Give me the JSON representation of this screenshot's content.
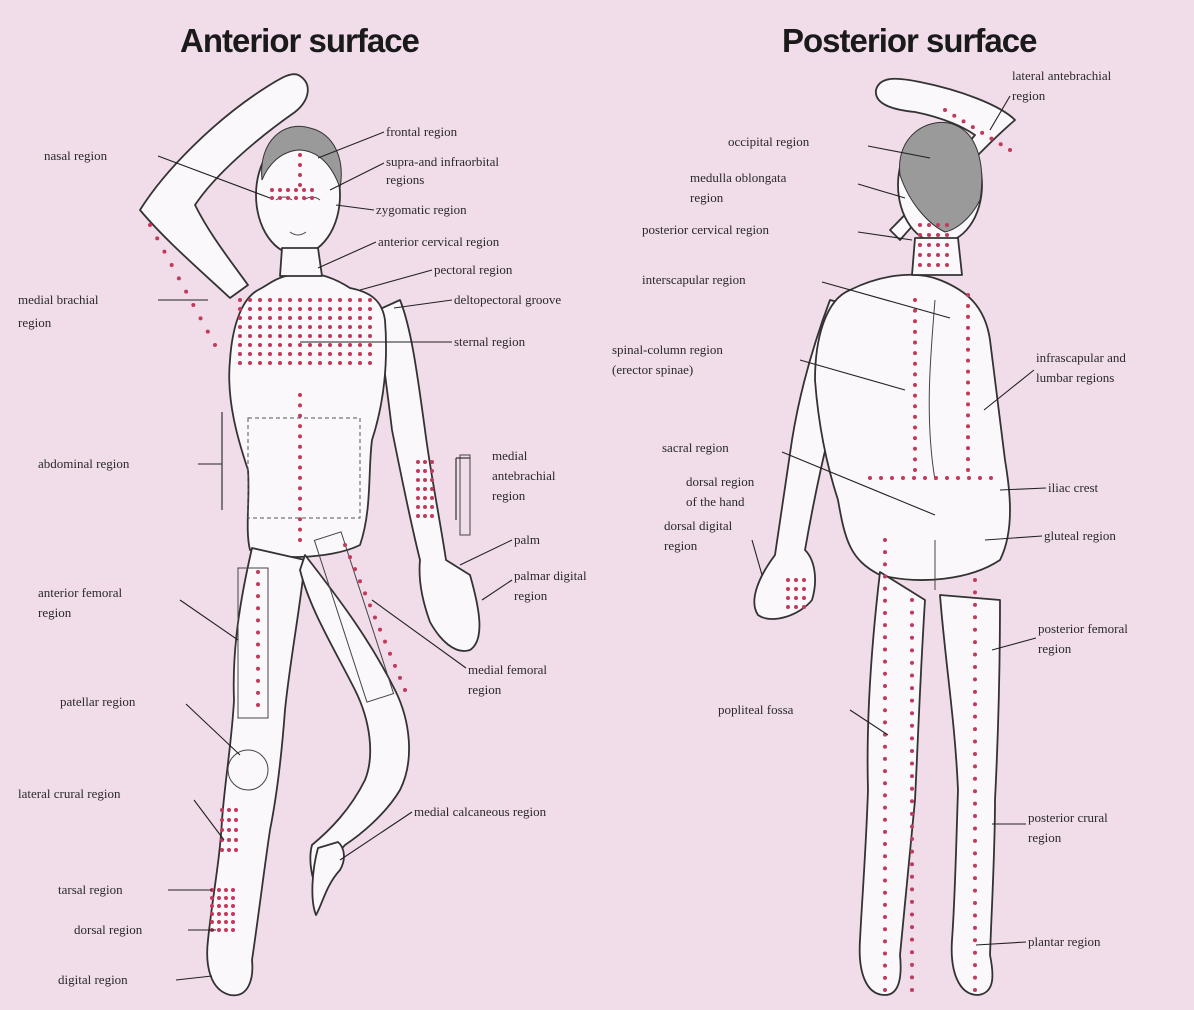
{
  "titles": {
    "anterior": "Anterior surface",
    "posterior": "Posterior surface"
  },
  "anterior_labels": {
    "nasal": "nasal region",
    "frontal": "frontal region",
    "orbital_1": "supra-and infraorbital",
    "orbital_2": "regions",
    "zygomatic": "zygomatic region",
    "anterior_cervical": "anterior cervical region",
    "pectoral": "pectoral region",
    "medial_brachial_1": "medial brachial",
    "medial_brachial_2": "region",
    "deltopectoral": "deltopectoral groove",
    "sternal": "sternal region",
    "abdominal": "abdominal region",
    "medial_antebrachial_1": "medial",
    "medial_antebrachial_2": "antebrachial",
    "medial_antebrachial_3": "region",
    "palm": "palm",
    "palmar_digital_1": "palmar digital",
    "palmar_digital_2": "region",
    "anterior_femoral_1": "anterior femoral",
    "anterior_femoral_2": "region",
    "medial_femoral_1": "medial femoral",
    "medial_femoral_2": "region",
    "patellar": "patellar region",
    "lateral_crural": "lateral crural region",
    "medial_calcaneous": "medial calcaneous region",
    "tarsal": "tarsal region",
    "dorsal": "dorsal region",
    "digital": "digital region"
  },
  "posterior_labels": {
    "lateral_antebrachial_1": "lateral antebrachial",
    "lateral_antebrachial_2": "region",
    "occipital": "occipital region",
    "medulla_1": "medulla oblongata",
    "medulla_2": "region",
    "posterior_cervical": "posterior cervical region",
    "interscapular": "interscapular region",
    "spinal_column_1": "spinal-column region",
    "spinal_column_2": "(erector spinae)",
    "infrascapular_1": "infrascapular and",
    "infrascapular_2": "lumbar regions",
    "sacral": "sacral region",
    "dorsal_hand_1": "dorsal region",
    "dorsal_hand_2": "of the hand",
    "dorsal_digital_1": "dorsal digital",
    "dorsal_digital_2": "region",
    "iliac_crest": "iliac crest",
    "gluteal": "gluteal region",
    "posterior_femoral_1": "posterior femoral",
    "posterior_femoral_2": "region",
    "popliteal": "popliteal fossa",
    "posterior_crural_1": "posterior crural",
    "posterior_crural_2": "region",
    "plantar": "plantar region"
  },
  "colors": {
    "background": "#f1dcea",
    "dots": "#c23a5a",
    "body_fill": "#fbf8fb"
  }
}
